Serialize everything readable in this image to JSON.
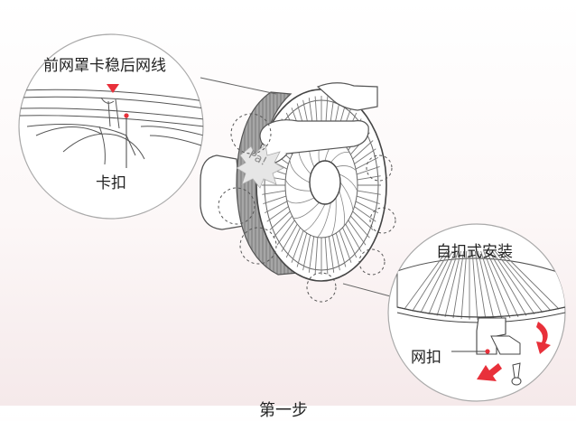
{
  "callout_top": {
    "title": "前网罩卡稳后网线",
    "clip_label": "卡扣"
  },
  "fan": {
    "sound_text": "Pa!"
  },
  "callout_bottom": {
    "title": "自扣式安装",
    "net_clip_label": "网扣"
  },
  "footer": {
    "step_text": "第一步"
  },
  "colors": {
    "accent_red": "#e8303a",
    "line_gray": "#555555",
    "rim_gray": "#8c8c8c"
  }
}
